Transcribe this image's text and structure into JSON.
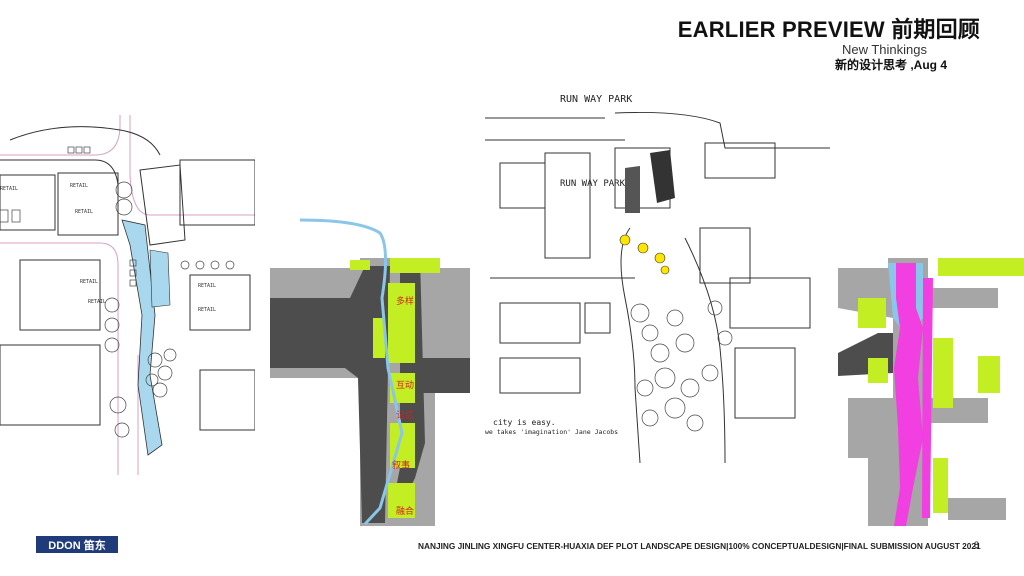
{
  "header": {
    "title": "EARLIER  PREVIEW 前期回顾",
    "subtitle_en": "New Thinkings",
    "subtitle_cn": "新的设计思考 ,Aug 4"
  },
  "left_sketch": {
    "labels": [
      "RETAIL",
      "RETAIL",
      "RETAIL",
      "RETAIL",
      "RETAIL",
      "RETAIL",
      "RETAIL"
    ]
  },
  "left_diagram": {
    "labels": [
      "多样",
      "互动",
      "记忆",
      "叙事",
      "融合"
    ]
  },
  "right_sketch": {
    "title": "RUN WAY PARK",
    "quote_line1": "city is easy.",
    "quote_line2": "we takes 'imagination' Jane Jacobs"
  },
  "colors": {
    "lime": "#c3ee23",
    "grey": "#a6a6a6",
    "dark": "#4d4d4d",
    "water": "#8ac6ea",
    "magenta": "#f13fe1",
    "brand": "#1f3b7a"
  },
  "footer": {
    "logo": "DDON 笛东",
    "text": "NANJING JINLING XINGFU CENTER-HUAXIA DEF PLOT LANDSCAPE DESIGN|100% CONCEPTUALDESIGN|FINAL SUBMISSION AUGUST 2021",
    "page": "8"
  }
}
